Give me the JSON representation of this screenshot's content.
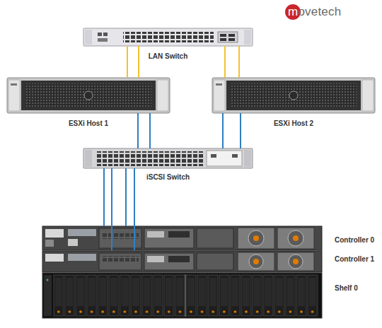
{
  "diagram": {
    "nodes": [
      {
        "text": [
          "LAN Switch"
        ]
      },
      {
        "text": [
          "ESXi Host 1"
        ]
      },
      {
        "text": [
          "ESXi Host 2"
        ]
      },
      {
        "text": [
          "iSCSI Switch"
        ]
      },
      {
        "text": [
          "Controller 0"
        ]
      },
      {
        "text": [
          "Controller 1"
        ]
      },
      {
        "text": [
          "Shelf 0"
        ]
      }
    ],
    "edges": [
      {
        "from": 0,
        "to": 1,
        "arrow": "none"
      },
      {
        "from": 0,
        "to": 1,
        "arrow": "none"
      },
      {
        "from": 0,
        "to": 2,
        "arrow": "none"
      },
      {
        "from": 0,
        "to": 2,
        "arrow": "none"
      },
      {
        "from": 1,
        "to": 3,
        "arrow": "none"
      },
      {
        "from": 1,
        "to": 3,
        "arrow": "none"
      },
      {
        "from": 2,
        "to": 3,
        "arrow": "none"
      },
      {
        "from": 2,
        "to": 3,
        "arrow": "none"
      },
      {
        "from": 3,
        "to": 4,
        "arrow": "none"
      },
      {
        "from": 3,
        "to": 5,
        "arrow": "none"
      },
      {
        "from": 3,
        "to": 4,
        "arrow": "none"
      },
      {
        "from": 3,
        "to": 5,
        "arrow": "none"
      }
    ],
    "labels": [
      "movetech"
    ]
  }
}
